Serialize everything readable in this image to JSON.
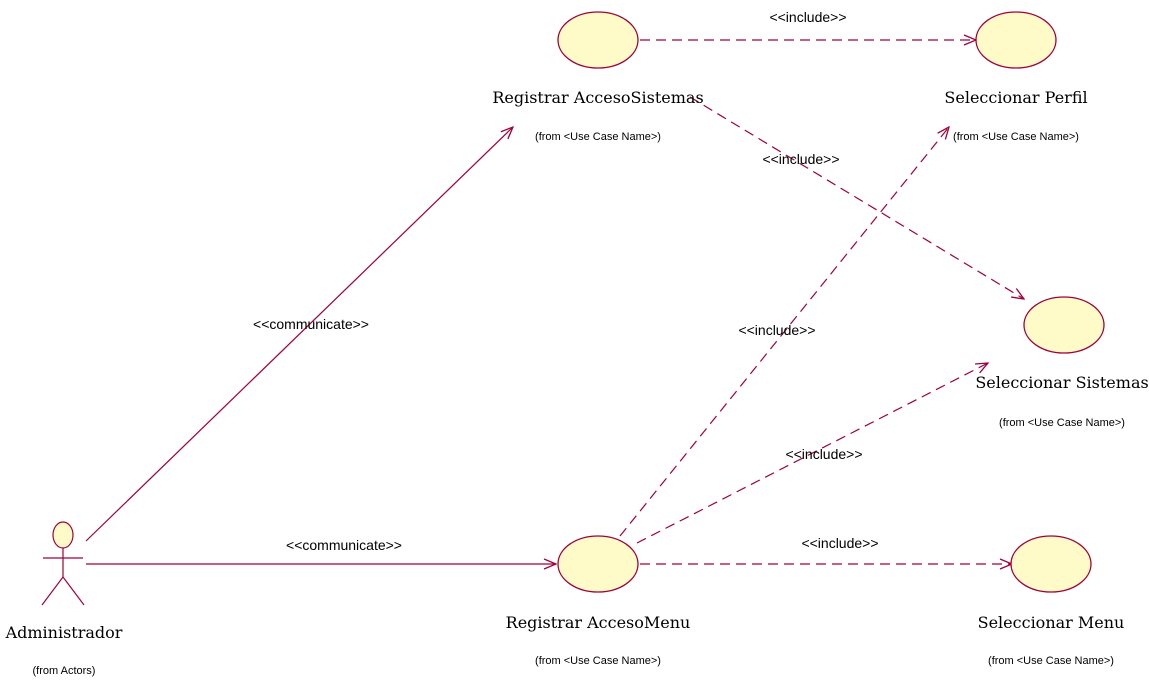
{
  "diagram": {
    "actor": {
      "name": "Administrador",
      "from": "(from Actors)"
    },
    "use_cases": {
      "registrar_acceso_sistemas": {
        "name": "Registrar AccesoSistemas",
        "from": "(from <Use Case Name>)"
      },
      "seleccionar_perfil": {
        "name": "Seleccionar Perfil",
        "from": "(from <Use Case Name>)"
      },
      "seleccionar_sistemas": {
        "name": "Seleccionar Sistemas",
        "from": "(from <Use Case Name>)"
      },
      "registrar_acceso_menu": {
        "name": "Registrar AccesoMenu",
        "from": "(from <Use Case Name>)"
      },
      "seleccionar_menu": {
        "name": "Seleccionar Menu",
        "from": "(from <Use Case Name>)"
      }
    },
    "relations": {
      "communicate_sistemas": "<<communicate>>",
      "communicate_menu": "<<communicate>>",
      "include_sistemas_perfil": "<<include>>",
      "include_sistemas_sistemas": "<<include>>",
      "include_menu_perfil": "<<include>>",
      "include_menu_sistemas": "<<include>>",
      "include_menu_menu": "<<include>>"
    },
    "colors": {
      "line": "#a0003c",
      "ellipse_fill": "#fffbc8",
      "ellipse_stroke": "#a0003c"
    }
  }
}
